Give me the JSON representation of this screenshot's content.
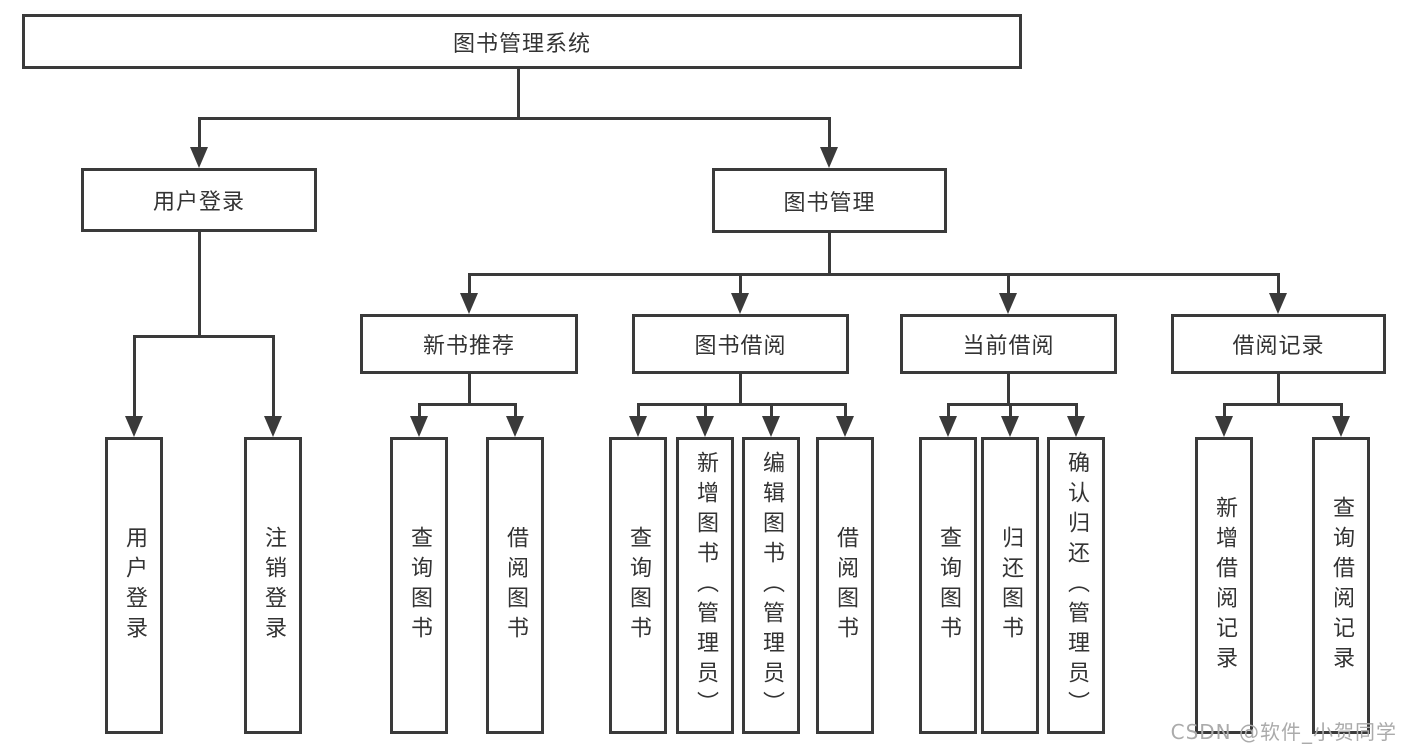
{
  "diagram": {
    "title": "图书管理系统",
    "level1": {
      "user_login": "用户登录",
      "book_management": "图书管理"
    },
    "level2": {
      "new_book_recommend": "新书推荐",
      "book_borrow": "图书借阅",
      "current_borrow": "当前借阅",
      "borrow_record": "借阅记录"
    },
    "leaves": {
      "login": "用户登录",
      "logout": "注销登录",
      "nb_query": "查询图书",
      "nb_borrow": "借阅图书",
      "bb_query": "查询图书",
      "bb_add": "新增图书（管理员）",
      "bb_edit": "编辑图书（管理员）",
      "bb_borrow": "借阅图书",
      "cb_query": "查询图书",
      "cb_return": "归还图书",
      "cb_confirm": "确认归还（管理员）",
      "br_add": "新增借阅记录",
      "br_query": "查询借阅记录"
    }
  },
  "watermark": "CSDN @软件_小贺同学",
  "colors": {
    "line": "#3a3a3a",
    "text": "#333333",
    "watermark": "#ababab",
    "background": "#ffffff"
  }
}
